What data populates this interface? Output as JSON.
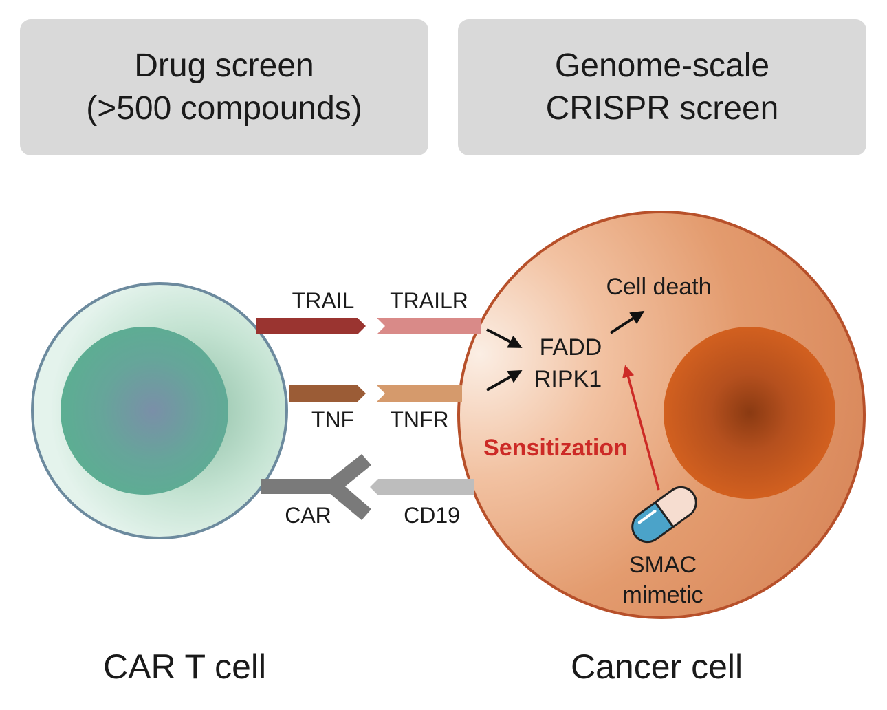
{
  "panels": {
    "left": {
      "line1": "Drug screen",
      "line2": "(>500 compounds)"
    },
    "right": {
      "line1": "Genome-scale",
      "line2": "CRISPR screen"
    }
  },
  "ligands": {
    "trail": "TRAIL",
    "tnf": "TNF",
    "car": "CAR"
  },
  "receptors": {
    "trailr": "TRAILR",
    "tnfr": "TNFR",
    "cd19": "CD19"
  },
  "pathway": {
    "fadd": "FADD",
    "ripk1": "RIPK1",
    "cell_death": "Cell death",
    "sensitization": "Sensitization",
    "drug_line1": "SMAC",
    "drug_line2": "mimetic"
  },
  "captions": {
    "car_t_cell": "CAR T cell",
    "cancer_cell": "Cancer cell"
  },
  "colors": {
    "panel_bg": "#d9d9d9",
    "trail": "#9a3430",
    "trailr": "#d98a88",
    "tnf": "#9b5c36",
    "tnfr": "#d59a6c",
    "car": "#7a7a7a",
    "cd19": "#bdbdbd",
    "t_cell_membrane": "#6c8a9e",
    "t_cell_nucleus": "#5fae94",
    "cancer_membrane": "#b7502a",
    "cancer_nucleus": "#c9541d",
    "sensitization": "#cc2a26"
  }
}
